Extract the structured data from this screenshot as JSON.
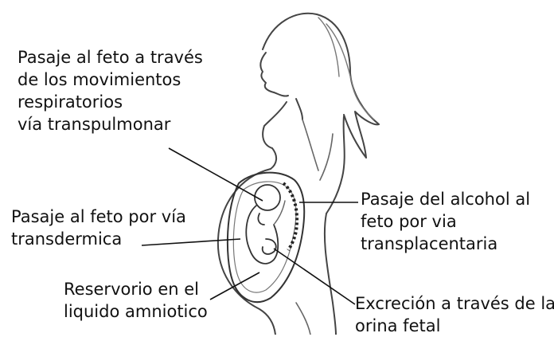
{
  "colors": {
    "ink": "#111111",
    "sketch": "#555555",
    "background": "#ffffff"
  },
  "labels": {
    "respiratory": [
      "Pasaje al feto a través",
      "de los movimientos",
      "respiratorios",
      "vía transpulmonar"
    ],
    "transdermal": [
      "Pasaje al feto por vía",
      "transdermica"
    ],
    "reservoir": [
      "Reservorio en el",
      "liquido amniotico"
    ],
    "placental": [
      "Pasaje del alcohol al",
      "feto por via",
      "transplacentaria"
    ],
    "excretion": [
      "Excreción a través de la",
      "orina fetal"
    ]
  }
}
